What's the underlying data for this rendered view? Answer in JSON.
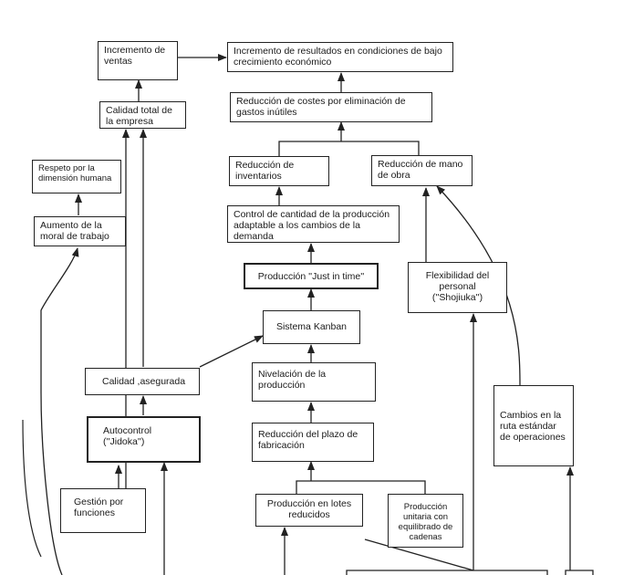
{
  "nodes": {
    "incremento_ventas": "Incremento de ventas",
    "incremento_resultados": "Incremento de resultados en condiciones de bajo crecimiento económico",
    "calidad_total": "Calidad total de la empresa",
    "reduccion_costes": "Reducción de costes por eliminación de gastos inútiles",
    "respeto_dimension": "Respeto por la dimensión humana",
    "reduccion_inventarios": "Reducción de inventarios",
    "reduccion_mano_obra": "Reducción de mano de obra",
    "aumento_moral": "Aumento de la moral de trabajo",
    "control_cantidad": "Control de cantidad de la producción adaptable a los cambios de la demanda",
    "produccion_jit": "Producción ''Just in time''",
    "flexibilidad_personal": "Flexibilidad del personal (''Shojiuka'')",
    "sistema_kanban": "Sistema Kanban",
    "calidad_asegurada": "Calidad ,asegurada",
    "nivelacion_produccion": "Nivelación de la producción",
    "cambios_ruta": "Cambios en la ruta estándar de operaciones",
    "autocontrol": "Autocontrol (''Jidoka'')",
    "reduccion_plazo": "Reducción del plazo de fabricación",
    "gestion_funciones": "Gestión por funciones",
    "produccion_lotes": "Producción en lotes reducidos",
    "produccion_unitaria": "Producción unitaria con equilibrado de cadenas"
  }
}
